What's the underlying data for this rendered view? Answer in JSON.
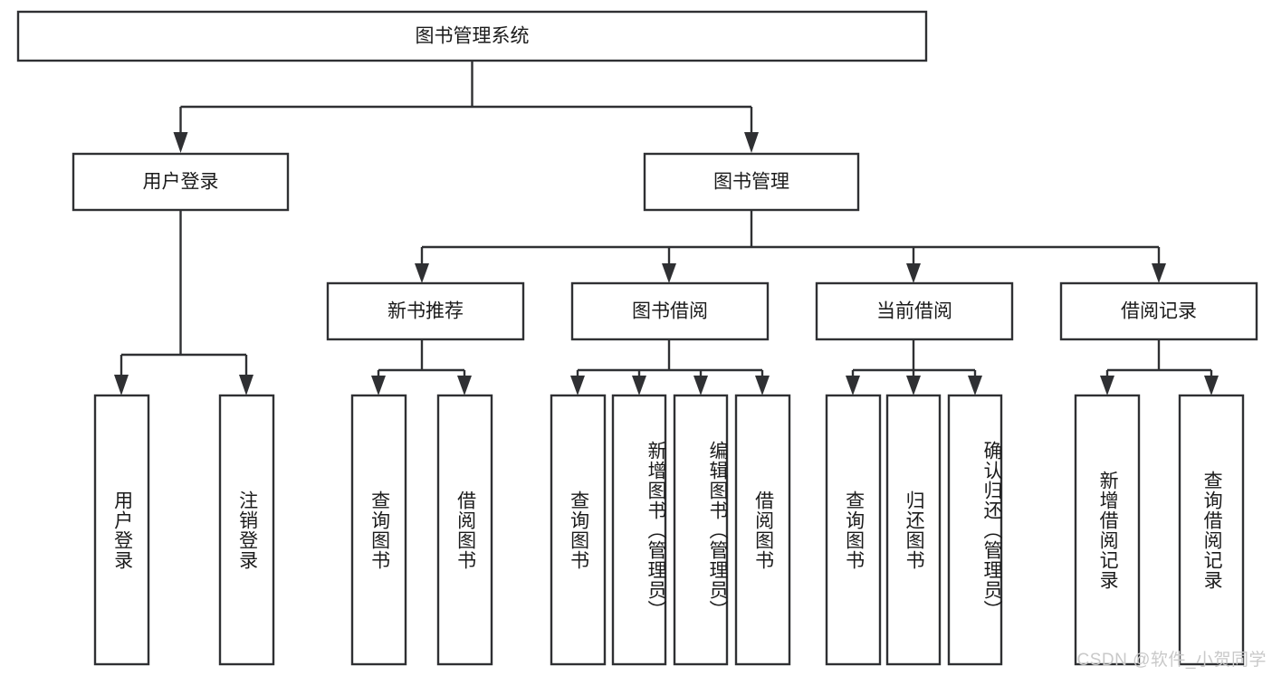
{
  "diagram": {
    "title": "图书管理系统",
    "type": "tree-hierarchy-chart",
    "watermark": "CSDN @软件_小贺同学",
    "colors": {
      "stroke": "#2f3033",
      "fill": "#ffffff",
      "text": "#1b1b1b",
      "watermark": "#c9c9c9"
    },
    "levels": {
      "root": {
        "label": "图书管理系统",
        "orientation": "horizontal"
      },
      "level2": [
        {
          "label": "用户登录",
          "orientation": "horizontal"
        },
        {
          "label": "图书管理",
          "orientation": "horizontal"
        }
      ],
      "level3": [
        {
          "label": "新书推荐",
          "orientation": "horizontal"
        },
        {
          "label": "图书借阅",
          "orientation": "horizontal"
        },
        {
          "label": "当前借阅",
          "orientation": "horizontal"
        },
        {
          "label": "借阅记录",
          "orientation": "horizontal"
        }
      ],
      "leaves": [
        {
          "label": "用户登录",
          "parent": "用户登录",
          "orientation": "vertical"
        },
        {
          "label": "注销登录",
          "parent": "用户登录",
          "orientation": "vertical"
        },
        {
          "label": "查询图书",
          "parent": "新书推荐",
          "orientation": "vertical"
        },
        {
          "label": "借阅图书",
          "parent": "新书推荐",
          "orientation": "vertical"
        },
        {
          "label": "查询图书",
          "parent": "图书借阅",
          "orientation": "vertical"
        },
        {
          "label": "新增图书（管理员）",
          "parent": "图书借阅",
          "orientation": "vertical"
        },
        {
          "label": "编辑图书（管理员）",
          "parent": "图书借阅",
          "orientation": "vertical"
        },
        {
          "label": "借阅图书",
          "parent": "图书借阅",
          "orientation": "vertical"
        },
        {
          "label": "查询图书",
          "parent": "当前借阅",
          "orientation": "vertical"
        },
        {
          "label": "归还图书",
          "parent": "当前借阅",
          "orientation": "vertical"
        },
        {
          "label": "确认归还（管理员）",
          "parent": "当前借阅",
          "orientation": "vertical"
        },
        {
          "label": "新增借阅记录",
          "parent": "借阅记录",
          "orientation": "vertical"
        },
        {
          "label": "查询借阅记录",
          "parent": "借阅记录",
          "orientation": "vertical"
        }
      ]
    }
  }
}
